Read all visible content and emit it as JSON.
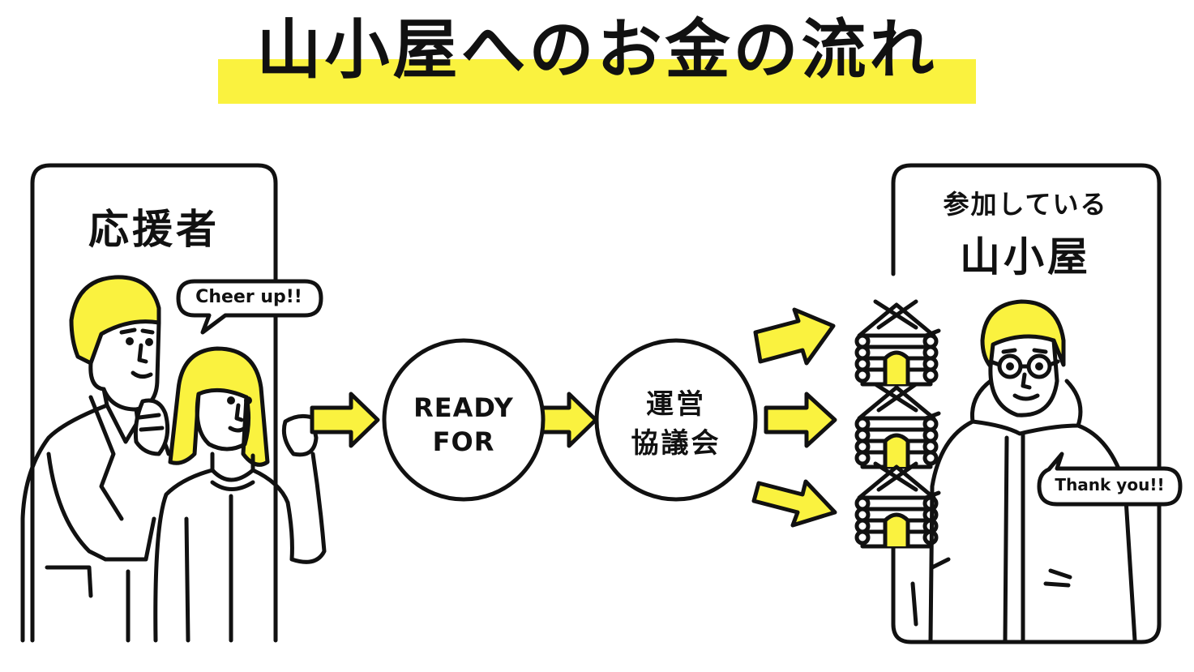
{
  "title": "山小屋へのお金の流れ",
  "supporters": {
    "title": "応援者",
    "speech": "Cheer up!!"
  },
  "readyfor": {
    "line1": "READY",
    "line2": "FOR"
  },
  "council": {
    "line1": "運営",
    "line2": "協議会"
  },
  "huts": {
    "title_line1": "参加している",
    "title_line2": "山小屋",
    "speech": "Thank you!!"
  },
  "colors": {
    "accent": "#FAF23F",
    "ink": "#111111",
    "background": "#FFFFFF"
  },
  "icons": [
    "mountain-hut-icon",
    "arrow-right-icon",
    "speech-bubble-icon"
  ]
}
